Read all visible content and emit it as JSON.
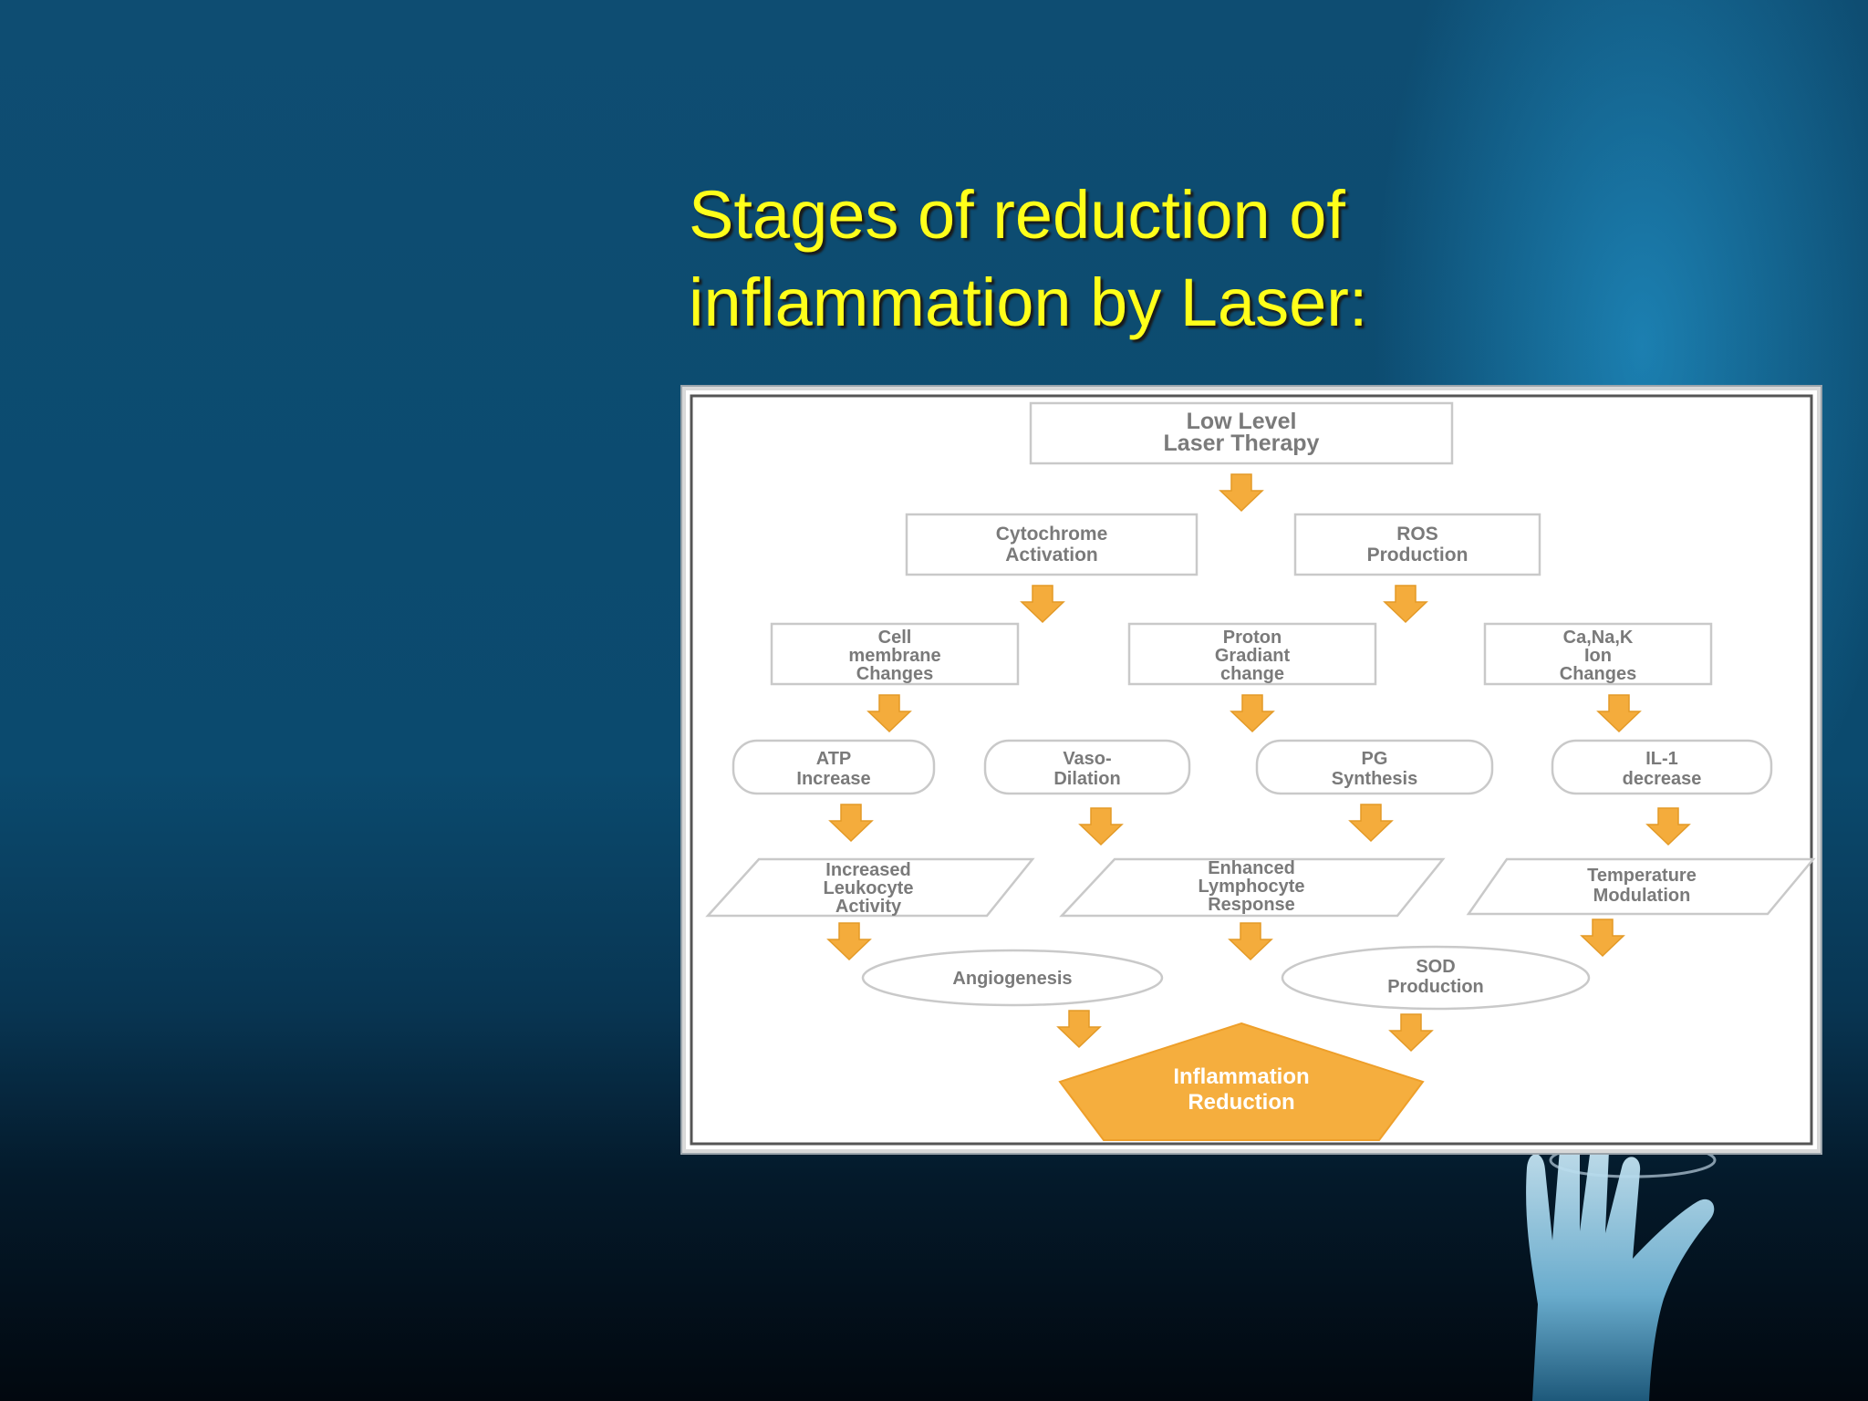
{
  "slide": {
    "title_line1": "Stages of reduction of",
    "title_line2": "inflammation by Laser:"
  },
  "colors": {
    "title": "#ffff1a",
    "arrow": "#f4ac3c",
    "final_node": "#f5ae3e",
    "node_text": "#7a7a7a"
  },
  "diagram": {
    "root": [
      "Low Level",
      "Laser Therapy"
    ],
    "level1": {
      "cytochrome": [
        "Cytochrome",
        "Activation"
      ],
      "ros": [
        "ROS",
        "Production"
      ]
    },
    "level2": {
      "cell_membrane": [
        "Cell",
        "membrane",
        "Changes"
      ],
      "proton": [
        "Proton",
        "Gradiant",
        "change"
      ],
      "ions": [
        "Ca,Na,K",
        "Ion",
        "Changes"
      ]
    },
    "level3": {
      "atp": [
        "ATP",
        "Increase"
      ],
      "vaso": [
        "Vaso-",
        "Dilation"
      ],
      "pg": [
        "PG",
        "Synthesis"
      ],
      "il1": [
        "IL-1",
        "decrease"
      ]
    },
    "level4": {
      "leukocyte": [
        "Increased",
        "Leukocyte",
        "Activity"
      ],
      "lymphocyte": [
        "Enhanced",
        "Lymphocyte",
        "Response"
      ],
      "temperature": [
        "Temperature",
        "Modulation"
      ]
    },
    "level5": {
      "angiogenesis": [
        "Angiogenesis"
      ],
      "sod": [
        "SOD",
        "Production"
      ]
    },
    "final": [
      "Inflammation",
      "Reduction"
    ]
  }
}
